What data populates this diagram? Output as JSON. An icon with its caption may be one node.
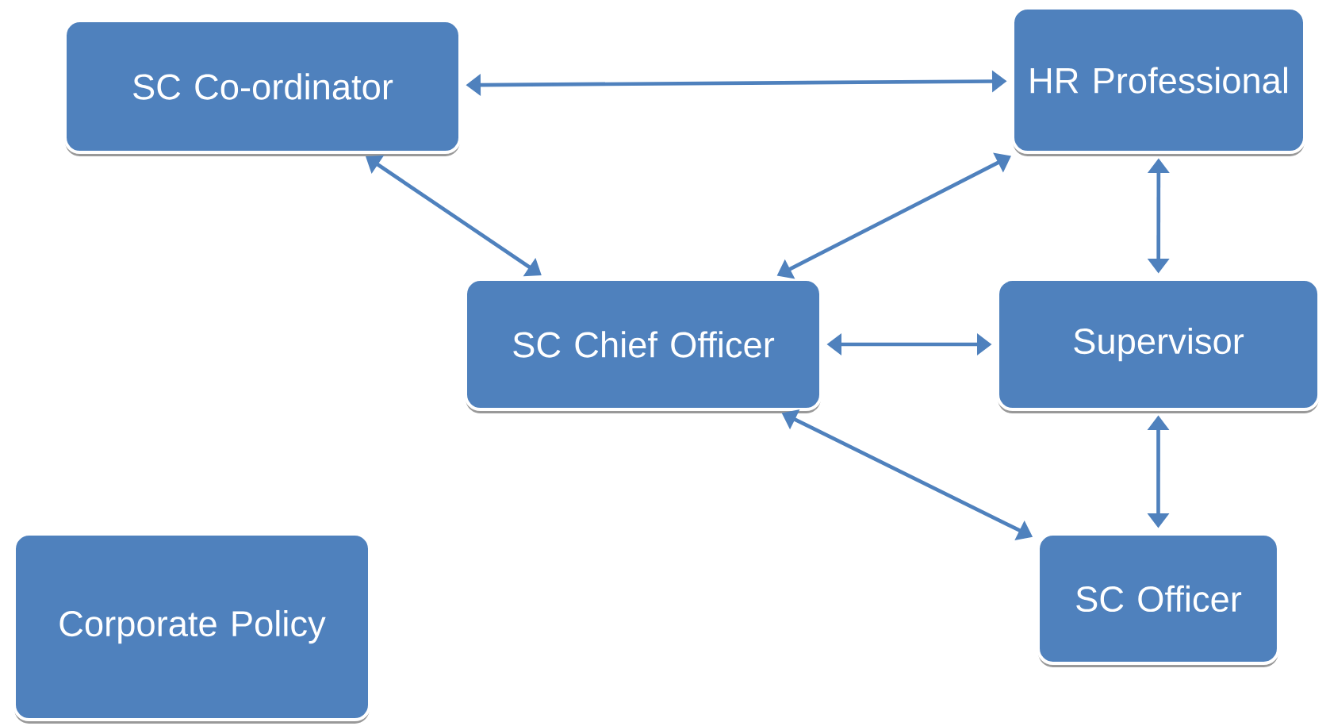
{
  "diagram": {
    "nodes": [
      {
        "text": [
          "SC Co-ordinator"
        ]
      },
      {
        "text": [
          "HR Professional"
        ]
      },
      {
        "text": [
          "SC Chief Officer"
        ]
      },
      {
        "text": [
          "Supervisor"
        ]
      },
      {
        "text": [
          "Corporate Policy"
        ]
      },
      {
        "text": [
          "SC Officer"
        ]
      }
    ],
    "edges": [
      {
        "from": 0,
        "to": 1,
        "arrow": "both"
      },
      {
        "from": 0,
        "to": 2,
        "arrow": "both"
      },
      {
        "from": 1,
        "to": 2,
        "arrow": "both"
      },
      {
        "from": 1,
        "to": 3,
        "arrow": "both"
      },
      {
        "from": 2,
        "to": 3,
        "arrow": "both"
      },
      {
        "from": 2,
        "to": 5,
        "arrow": "both"
      },
      {
        "from": 3,
        "to": 5,
        "arrow": "both"
      }
    ]
  }
}
